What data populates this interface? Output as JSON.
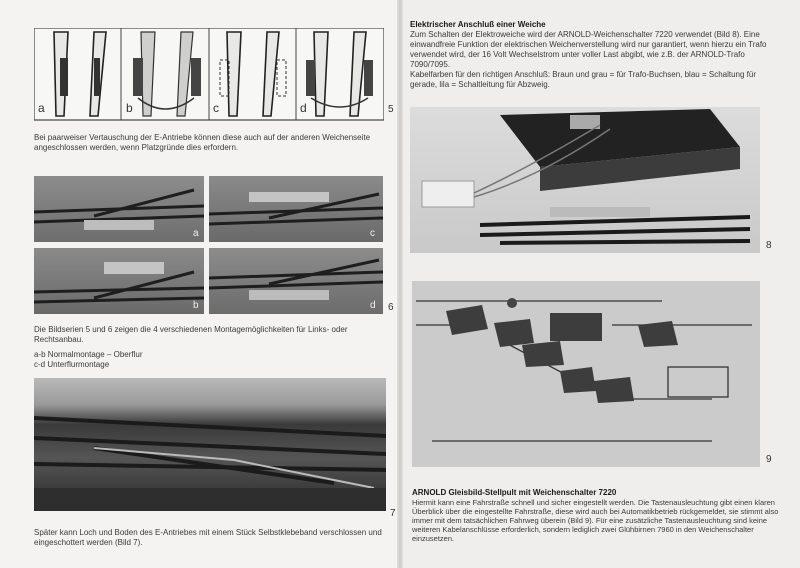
{
  "left": {
    "fig5_labels": [
      "a",
      "b",
      "c",
      "d"
    ],
    "fig5_num": "5",
    "para1": "Bei paarweiser Vertauschung der E-Antriebe können diese auch auf der anderen Weichenseite angeschlossen werden, wenn Platzgründe dies erfordern.",
    "fig6_labels": [
      "a",
      "c",
      "b",
      "d"
    ],
    "fig6_num": "6",
    "para2": "Die Bildserien 5 und 6 zeigen die 4 verschiedenen Montagemöglichkeiten für Links- oder Rechtsanbau.",
    "list1": "a-b Normalmontage – Oberflur",
    "list2": "c-d Unterflurmontage",
    "fig7_num": "7",
    "para3": "Später kann Loch und Boden des E-Antriebes mit einem Stück Selbstklebeband verschlossen und eingeschottert werden (Bild 7)."
  },
  "right": {
    "heading1": "Elektrischer Anschluß einer Weiche",
    "para1": "Zum Schalten der Elektroweiche wird der ARNOLD-Weichenschalter 7220 verwendet (Bild 8). Eine einwandfreie Funktion der elektrischen Weichenverstellung wird nur garantiert, wenn hierzu ein Trafo verwendet wird, der 16 Volt Wechselstrom unter voller Last abgibt, wie z.B. der ARNOLD-Trafo 7090/7095.",
    "para2": "Kabelfarben für den richtigen Anschluß: Braun und grau = für Trafo-Buchsen, blau = Schaltung für gerade, lila = Schaltleitung für Abzweig.",
    "fig8_num": "8",
    "fig9_num": "9",
    "heading2": "ARNOLD Gleisbild-Stellpult mit Weichenschalter 7220",
    "para3": "Hiermit kann eine Fahrstraße schnell und sicher eingestellt werden. Die Tastenausleuchtung gibt einen klaren Überblick über die eingestellte Fahrstraße, diese wird auch bei Automatikbetrieb rückgemeldet, sie stimmt also immer mit dem tatsächlichen Fahrweg überein (Bild 9). Für eine zusätzliche Tastenausleuchtung sind keine weiteren Kabelanschlüsse erforderlich, sondern lediglich zwei Glühbirnen 7960 in den Weichenschalter einzusetzen."
  },
  "colors": {
    "paper": "#f1f0ee",
    "ink": "#2a2a2a",
    "photo": "#5a5a5a"
  }
}
